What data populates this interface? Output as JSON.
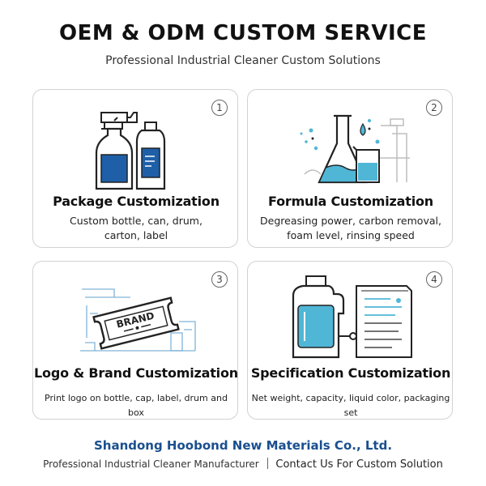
{
  "header": {
    "title": "OEM & ODM CUSTOM SERVICE",
    "subtitle": "Professional Industrial Cleaner Custom Solutions"
  },
  "cards": [
    {
      "number": "1",
      "title": "Package Customization",
      "desc_line1": "Custom bottle, can, drum,",
      "desc_line2": "carton, label",
      "icon": "spray-bottle-icon"
    },
    {
      "number": "2",
      "title": "Formula Customization",
      "desc_line1": "Degreasing power, carbon removal,",
      "desc_line2": "foam level, rinsing speed",
      "icon": "flask-icon"
    },
    {
      "number": "3",
      "title": "Logo & Brand Customization",
      "desc_line1": "Print logo on bottle, cap, label, drum and box",
      "brand_tag": "BRAND",
      "icon": "brand-tag-icon"
    },
    {
      "number": "4",
      "title": "Specification Customization",
      "desc_line1": "Net weight, capacity, liquid color, packaging set",
      "icon": "spec-sheet-icon"
    }
  ],
  "footer": {
    "company": "Shandong Hoobond New Materials Co., Ltd.",
    "tagline": "Professional Industrial Cleaner Manufacturer",
    "cta": "Contact Us For Custom Solution"
  },
  "colors": {
    "accent_blue": "#1f5fa8",
    "liquid_blue": "#4fb6d6",
    "company_blue": "#1a4f8f"
  }
}
